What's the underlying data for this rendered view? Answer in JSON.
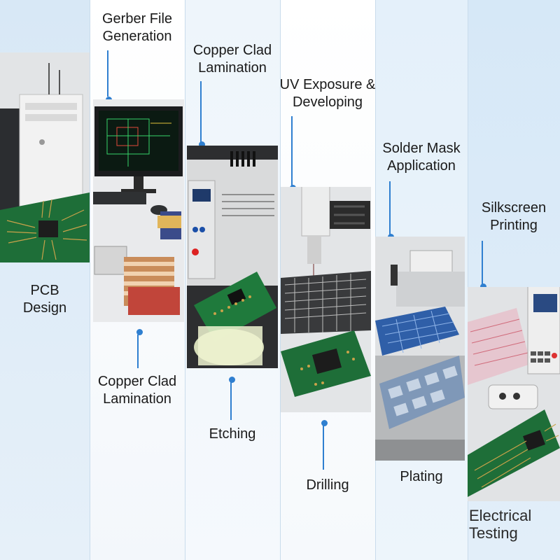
{
  "steps": [
    {
      "label": "PCB\nDesign"
    },
    {
      "label": "Gerber File\nGeneration"
    },
    {
      "label": "Copper Clad\nLamination"
    },
    {
      "label": "Copper Clad\nLamination"
    },
    {
      "label": "Etching"
    },
    {
      "label": "UV Exposure &\nDeveloping"
    },
    {
      "label": "Drilling"
    },
    {
      "label": "Solder Mask\nApplication"
    },
    {
      "label": "Plating"
    },
    {
      "label": "Silkscreen\nPrinting"
    },
    {
      "label": "Electrical\nTesting"
    }
  ],
  "colors": {
    "accent": "#2f7fd0",
    "pcb_green": "#1f7a3c",
    "trace_gold": "#c9a24a"
  }
}
